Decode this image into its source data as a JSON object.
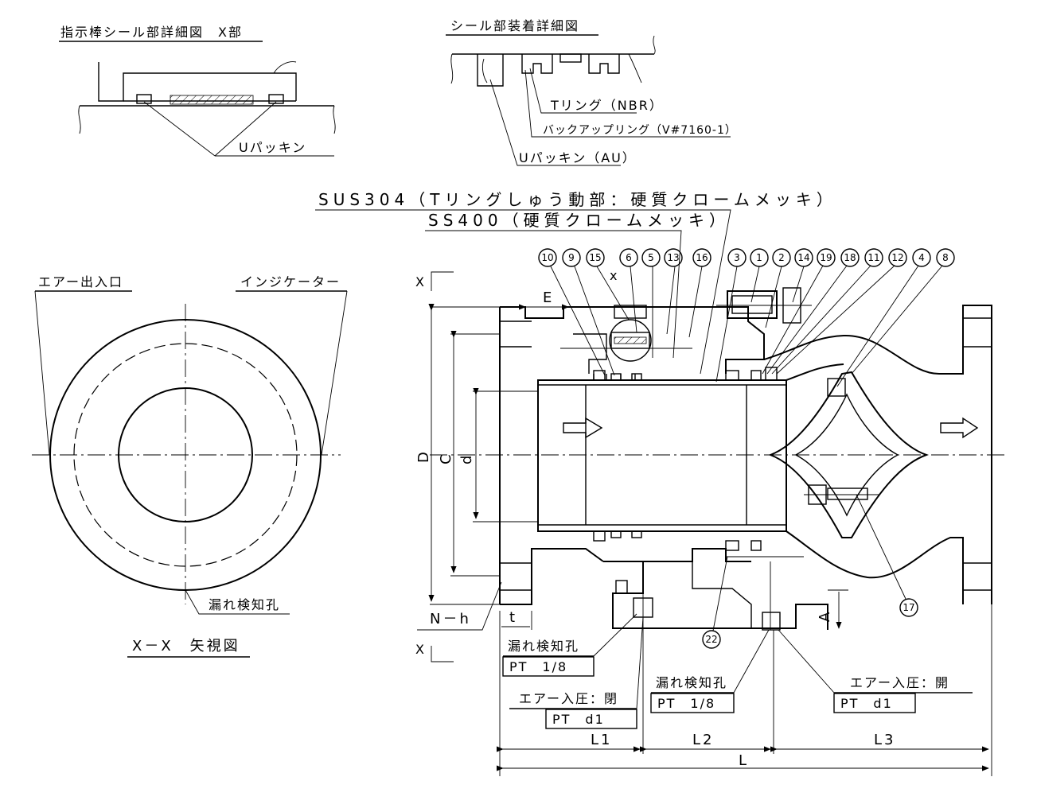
{
  "detail_x": {
    "title": "指示棒シール部詳細図　X部",
    "label_u_packing": "Uパッキン"
  },
  "detail_seal": {
    "title": "シール部装着詳細図",
    "label_t_ring": "Tリング（NBR）",
    "label_backup_ring": "バックアップリング（V#7160-1）",
    "label_u_packing": "Uパッキン（AU）"
  },
  "materials": {
    "sus304": "SUS304（Tリングしゅう動部：硬質クロームメッキ）",
    "ss400": "SS400（硬質クロームメッキ）"
  },
  "end_view": {
    "air_port": "エアー出入口",
    "indicator": "インジケーター",
    "leak_hole": "漏れ検知孔",
    "caption": "X－X　矢視図"
  },
  "section": {
    "part_numbers": [
      "10",
      "9",
      "15",
      "6",
      "5",
      "13",
      "16",
      "3",
      "1",
      "2",
      "14",
      "19",
      "18",
      "11",
      "12",
      "4",
      "8"
    ],
    "part_17": "17",
    "part_22": "22",
    "detail_mark": "x",
    "view_mark_top": "X",
    "view_mark_bottom": "X",
    "dim_D": "D",
    "dim_C": "C",
    "dim_d": "d",
    "dim_E": "E",
    "dim_A": "A",
    "dim_t": "t",
    "dim_Nh": "N－h",
    "dim_L1": "L1",
    "dim_L2": "L2",
    "dim_L3": "L3",
    "dim_L": "L"
  },
  "callouts": {
    "leak_hole_1": "漏れ検知孔",
    "leak_hole_1_spec": "PT　1/8",
    "air_in_1": "エアー入圧：閉",
    "air_in_1_spec": "PT　d1",
    "leak_hole_2": "漏れ検知孔",
    "leak_hole_2_spec": "PT　1/8",
    "air_in_2": "エアー入圧：開",
    "air_in_2_spec": "PT　d1"
  }
}
